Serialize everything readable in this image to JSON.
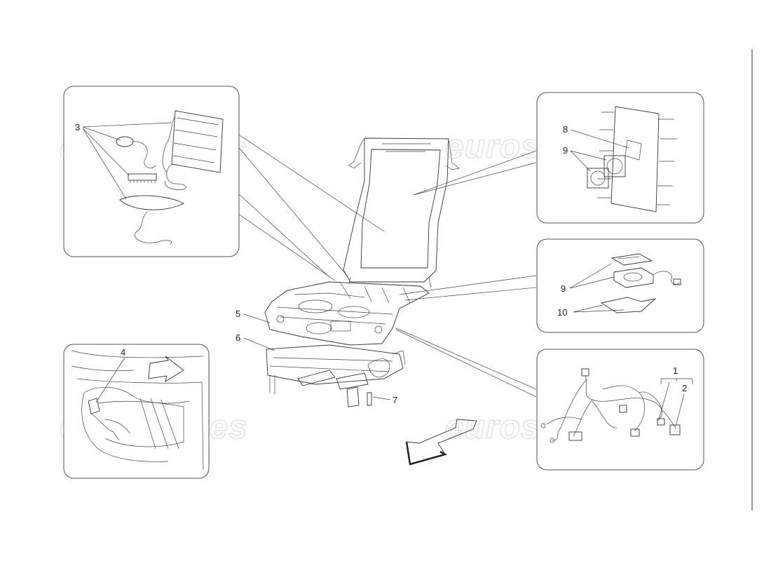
{
  "watermark": "eurospares",
  "callouts": {
    "c1": "1",
    "c2": "2",
    "c3": "3",
    "c4": "4",
    "c5": "5",
    "c6": "6",
    "c7": "7",
    "c8": "8",
    "c9a": "9",
    "c9b": "9",
    "c10": "10"
  }
}
